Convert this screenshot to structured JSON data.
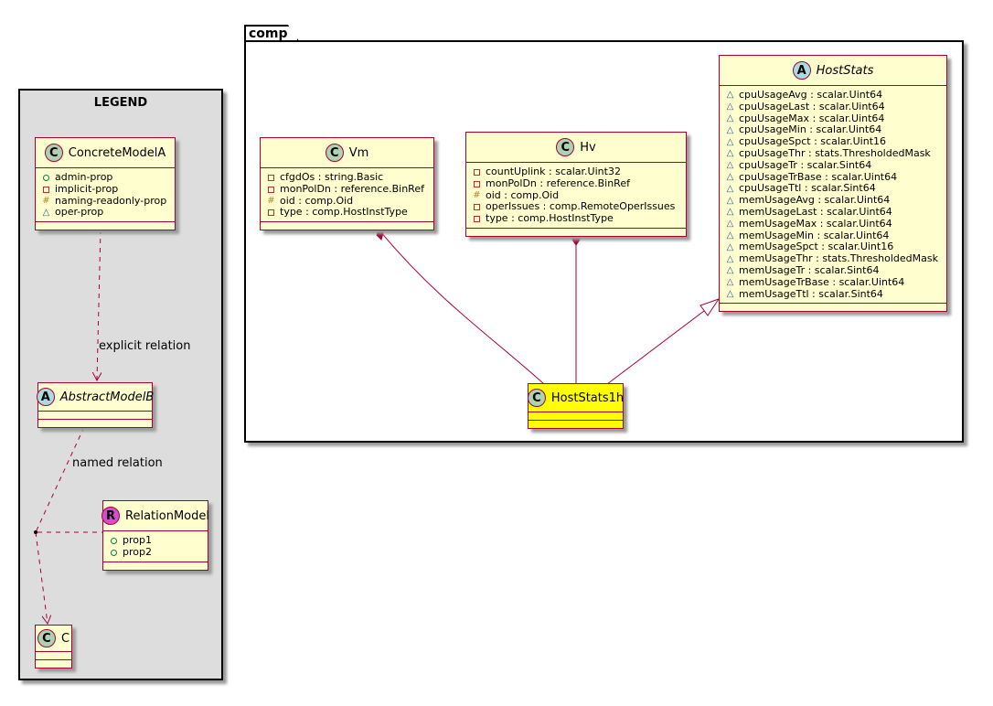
{
  "legend": {
    "title": "LEGEND",
    "classes": [
      {
        "id": "ConcreteModelA",
        "name": "ConcreteModelA",
        "stereotype": "C",
        "abstract": false,
        "attributes": [
          {
            "visibility": "public",
            "text": "admin-prop"
          },
          {
            "visibility": "private",
            "text": "implicit-prop"
          },
          {
            "visibility": "protected",
            "text": "naming-readonly-prop"
          },
          {
            "visibility": "package",
            "text": "oper-prop"
          }
        ]
      },
      {
        "id": "AbstractModelB",
        "name": "AbstractModelB",
        "stereotype": "A",
        "abstract": true,
        "attributes": []
      },
      {
        "id": "RelationModel",
        "name": "RelationModel",
        "stereotype": "R",
        "abstract": false,
        "attributes": [
          {
            "visibility": "public",
            "text": "prop1"
          },
          {
            "visibility": "public",
            "text": "prop2"
          }
        ]
      },
      {
        "id": "C",
        "name": "C",
        "stereotype": "C",
        "abstract": false,
        "attributes": []
      }
    ],
    "labels": {
      "explicit": "explicit relation",
      "named": "named relation"
    }
  },
  "package": {
    "name": "comp",
    "classes": [
      {
        "id": "Vm",
        "name": "Vm",
        "stereotype": "C",
        "abstract": false,
        "attributes": [
          {
            "visibility": "private",
            "text": "cfgdOs : string.Basic"
          },
          {
            "visibility": "private",
            "text": "monPolDn : reference.BinRef"
          },
          {
            "visibility": "protected",
            "text": "oid : comp.Oid"
          },
          {
            "visibility": "private",
            "text": "type : comp.HostInstType"
          }
        ]
      },
      {
        "id": "Hv",
        "name": "Hv",
        "stereotype": "C",
        "abstract": false,
        "attributes": [
          {
            "visibility": "private",
            "text": "countUplink : scalar.Uint32"
          },
          {
            "visibility": "private",
            "text": "monPolDn : reference.BinRef"
          },
          {
            "visibility": "protected",
            "text": "oid : comp.Oid"
          },
          {
            "visibility": "private",
            "text": "operIssues : comp.RemoteOperIssues"
          },
          {
            "visibility": "private",
            "text": "type : comp.HostInstType"
          }
        ]
      },
      {
        "id": "HostStats",
        "name": "HostStats",
        "stereotype": "A",
        "abstract": true,
        "attributes": [
          {
            "visibility": "package",
            "text": "cpuUsageAvg : scalar.Uint64"
          },
          {
            "visibility": "package",
            "text": "cpuUsageLast : scalar.Uint64"
          },
          {
            "visibility": "package",
            "text": "cpuUsageMax : scalar.Uint64"
          },
          {
            "visibility": "package",
            "text": "cpuUsageMin : scalar.Uint64"
          },
          {
            "visibility": "package",
            "text": "cpuUsageSpct : scalar.Uint16"
          },
          {
            "visibility": "package",
            "text": "cpuUsageThr : stats.ThresholdedMask"
          },
          {
            "visibility": "package",
            "text": "cpuUsageTr : scalar.Sint64"
          },
          {
            "visibility": "package",
            "text": "cpuUsageTrBase : scalar.Uint64"
          },
          {
            "visibility": "package",
            "text": "cpuUsageTtl : scalar.Sint64"
          },
          {
            "visibility": "package",
            "text": "memUsageAvg : scalar.Uint64"
          },
          {
            "visibility": "package",
            "text": "memUsageLast : scalar.Uint64"
          },
          {
            "visibility": "package",
            "text": "memUsageMax : scalar.Uint64"
          },
          {
            "visibility": "package",
            "text": "memUsageMin : scalar.Uint64"
          },
          {
            "visibility": "package",
            "text": "memUsageSpct : scalar.Uint16"
          },
          {
            "visibility": "package",
            "text": "memUsageThr : stats.ThresholdedMask"
          },
          {
            "visibility": "package",
            "text": "memUsageTr : scalar.Sint64"
          },
          {
            "visibility": "package",
            "text": "memUsageTrBase : scalar.Uint64"
          },
          {
            "visibility": "package",
            "text": "memUsageTtl : scalar.Sint64"
          }
        ]
      },
      {
        "id": "HostStats1h",
        "name": "HostStats1h",
        "stereotype": "C",
        "abstract": false,
        "highlight": true,
        "attributes": []
      }
    ]
  },
  "relations": [
    {
      "from": "ConcreteModelA",
      "to": "AbstractModelB",
      "kind": "dependency",
      "label": "explicit relation"
    },
    {
      "from": "AbstractModelB",
      "to": "C",
      "kind": "dependency",
      "label": "named relation",
      "association_class": "RelationModel"
    },
    {
      "from": "Vm",
      "to": "HostStats1h",
      "kind": "composition"
    },
    {
      "from": "Hv",
      "to": "HostStats1h",
      "kind": "composition"
    },
    {
      "from": "HostStats1h",
      "to": "HostStats",
      "kind": "inheritance"
    }
  ],
  "colors": {
    "class_fill": "#fefece",
    "class_border": "#a80036",
    "highlight_fill": "#ffff00",
    "legend_fill": "#dddddd",
    "spot_class": "#add1b2",
    "spot_abstract": "#a9dcdf",
    "spot_relation": "#d14fcb"
  }
}
